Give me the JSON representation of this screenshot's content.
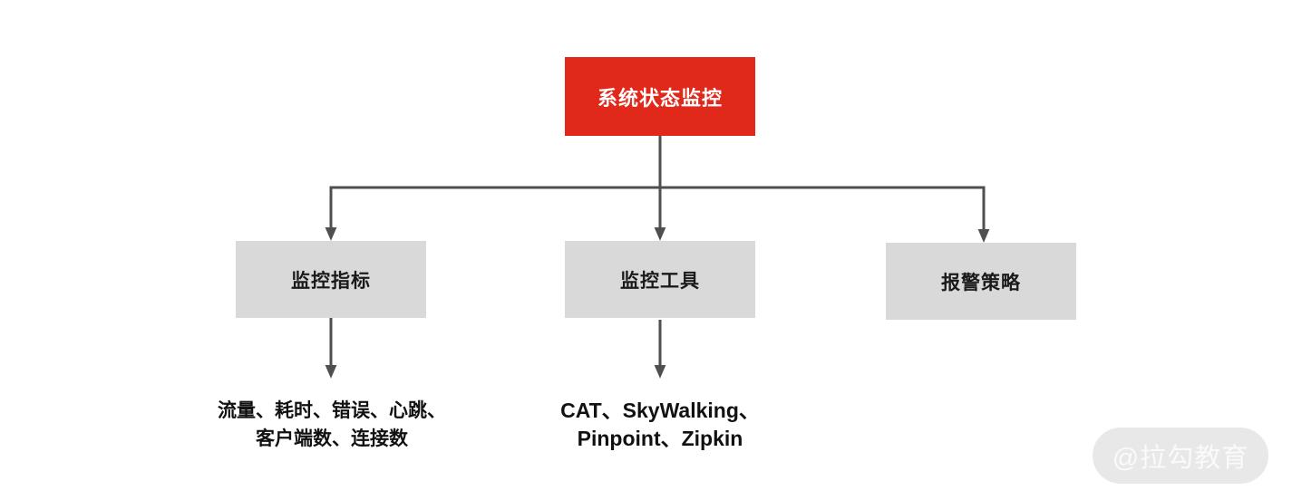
{
  "diagram": {
    "root": {
      "label": "系统状态监控"
    },
    "nodes": [
      {
        "label": "监控指标"
      },
      {
        "label": "监控工具"
      },
      {
        "label": "报警策略"
      }
    ],
    "leaves": [
      {
        "lines": [
          "流量、耗时、错误、心跳、",
          "客户端数、连接数"
        ]
      },
      {
        "lines": [
          "CAT、SkyWalking、",
          "Pinpoint、Zipkin"
        ]
      }
    ],
    "colors": {
      "root_bg": "#E0291A",
      "root_text": "#FFFFFF",
      "node_bg": "#D9D9D9",
      "node_text": "#1A1A1A",
      "connector": "#4F4F4F",
      "leaf_text": "#111111",
      "watermark_bg": "#E8E8E8",
      "watermark_text": "#FAFAFA"
    }
  },
  "watermark": {
    "label": "@拉勾教育"
  }
}
